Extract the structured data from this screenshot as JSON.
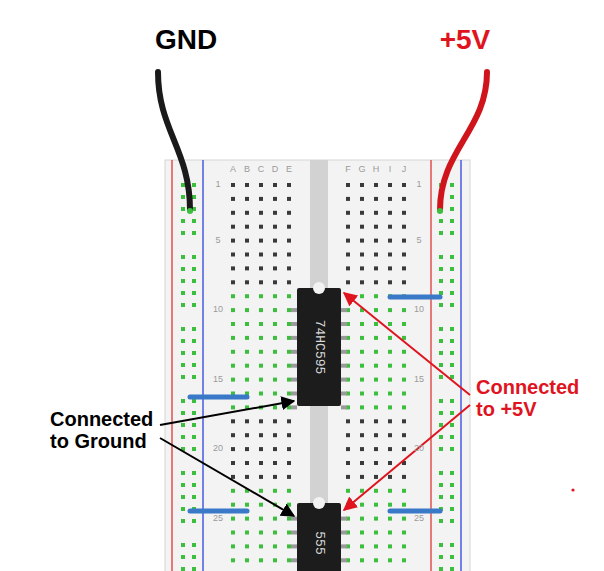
{
  "diagram": {
    "nodes": [
      {
        "text": [
          "74HC595"
        ]
      },
      {
        "text": [
          "555"
        ]
      }
    ],
    "labels": [
      "GND",
      "+5V",
      "Connected to +5V",
      "Connected to Ground",
      "A",
      "B",
      "C",
      "D",
      "E",
      "F",
      "G",
      "H",
      "I",
      "J",
      "1",
      "5",
      "10",
      "15",
      "20",
      "25",
      "1",
      "5",
      "10",
      "15",
      "20",
      "25"
    ]
  }
}
